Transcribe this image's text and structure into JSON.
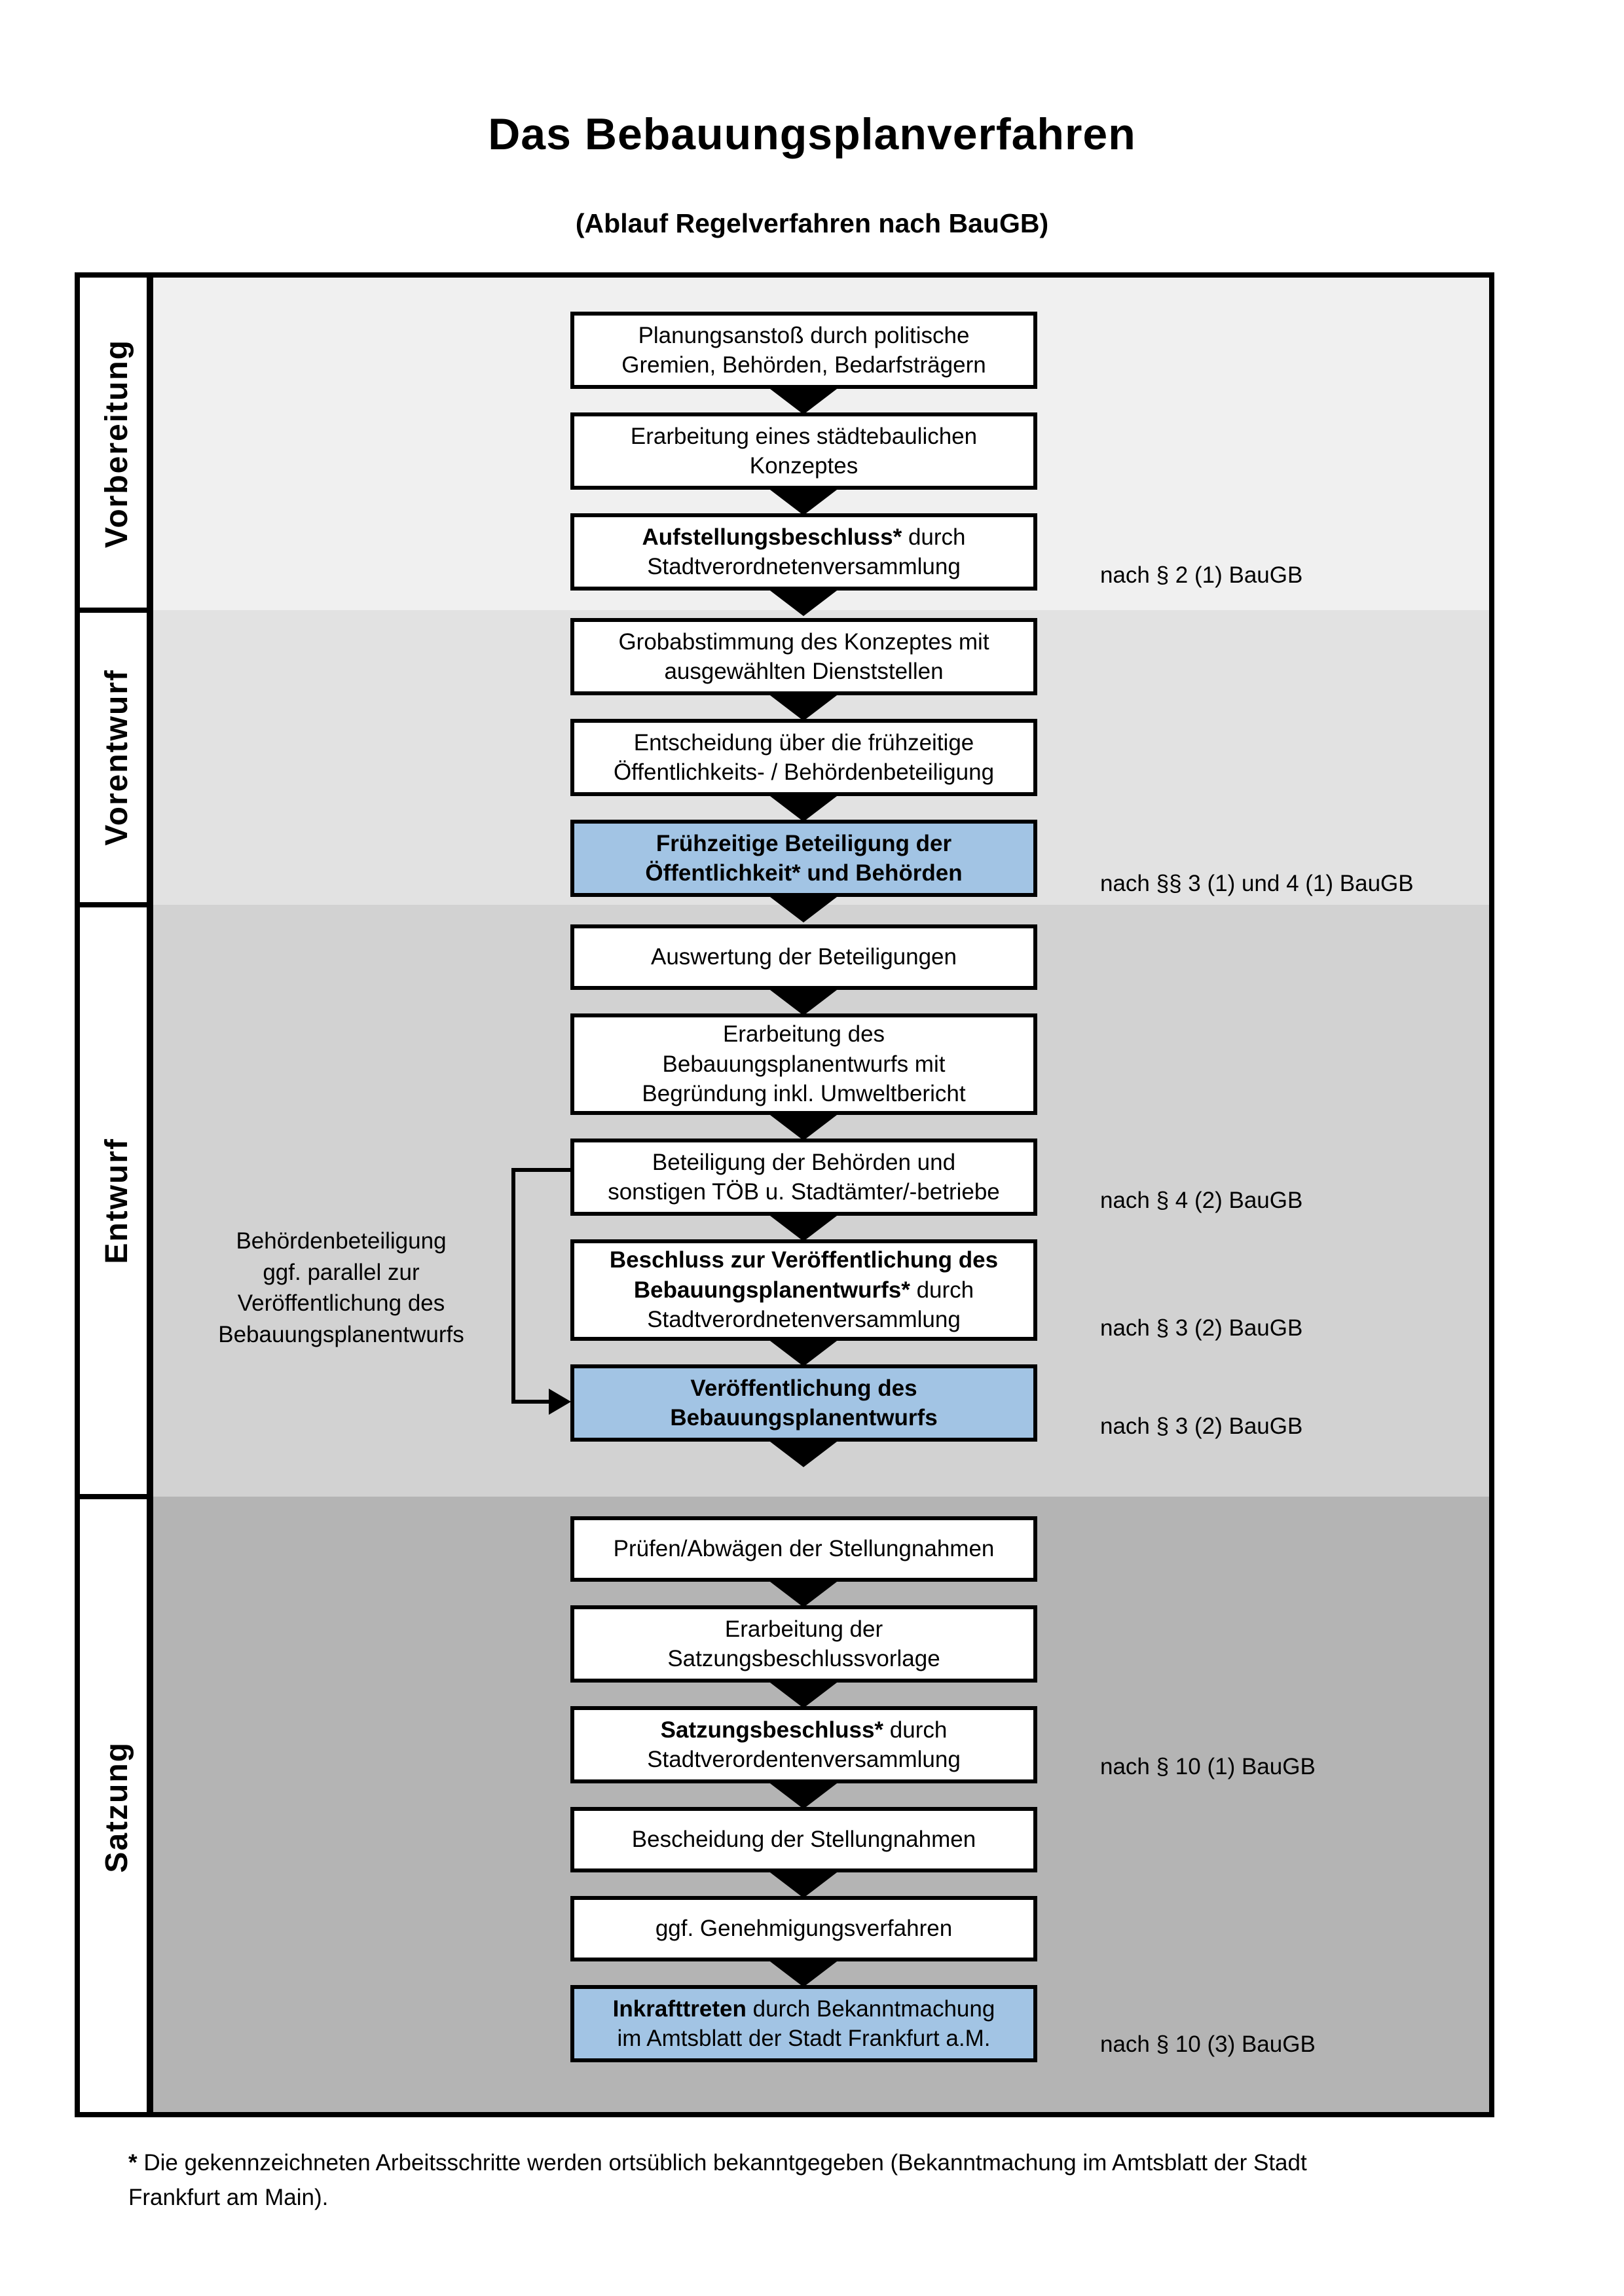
{
  "title": "Das Bebauungsplanverfahren",
  "subtitle": "(Ablauf Regelverfahren nach BauGB)",
  "phases": [
    {
      "label": "Vorbereitung",
      "bg": "#f0f0f0"
    },
    {
      "label": "Vorentwurf",
      "bg": "#e2e2e2"
    },
    {
      "label": "Entwurf",
      "bg": "#d2d2d2"
    },
    {
      "label": "Satzung",
      "bg": "#b4b4b4"
    }
  ],
  "colors": {
    "highlight_box": "#a2c4e4",
    "box_background": "#ffffff",
    "line": "#000000"
  },
  "boxes": [
    {
      "id": "planungsanstoss",
      "highlight": false,
      "lines": [
        [
          {
            "t": "Planungsanstoß durch politische",
            "b": false
          }
        ],
        [
          {
            "t": "Gremien, Behörden, Bedarfsträgern",
            "b": false
          }
        ]
      ]
    },
    {
      "id": "staedtebauliches-konzept",
      "highlight": false,
      "lines": [
        [
          {
            "t": "Erarbeitung eines städtebaulichen",
            "b": false
          }
        ],
        [
          {
            "t": "Konzeptes",
            "b": false
          }
        ]
      ]
    },
    {
      "id": "aufstellungsbeschluss",
      "highlight": false,
      "lines": [
        [
          {
            "t": "Aufstellungsbeschluss*",
            "b": true
          },
          {
            "t": " durch",
            "b": false
          }
        ],
        [
          {
            "t": "Stadtverordnetenversammlung",
            "b": false
          }
        ]
      ]
    },
    {
      "id": "grobabstimmung",
      "highlight": false,
      "lines": [
        [
          {
            "t": "Grobabstimmung des Konzeptes mit",
            "b": false
          }
        ],
        [
          {
            "t": "ausgewählten Dienststellen",
            "b": false
          }
        ]
      ]
    },
    {
      "id": "entscheidung-fruehzeitige-beteiligung",
      "highlight": false,
      "lines": [
        [
          {
            "t": "Entscheidung über die frühzeitige",
            "b": false
          }
        ],
        [
          {
            "t": "Öffentlichkeits- / Behördenbeteiligung",
            "b": false
          }
        ]
      ]
    },
    {
      "id": "fruehzeitige-beteiligung",
      "highlight": true,
      "lines": [
        [
          {
            "t": "Frühzeitige Beteiligung der",
            "b": true
          }
        ],
        [
          {
            "t": "Öffentlichkeit* und Behörden",
            "b": true
          }
        ]
      ]
    },
    {
      "id": "auswertung-beteiligungen",
      "highlight": false,
      "lines": [
        [
          {
            "t": "Auswertung der Beteiligungen",
            "b": false
          }
        ]
      ]
    },
    {
      "id": "erarbeitung-bebauungsplanentwurf",
      "highlight": false,
      "lines": [
        [
          {
            "t": "Erarbeitung des",
            "b": false
          }
        ],
        [
          {
            "t": "Bebauungsplanentwurfs mit",
            "b": false
          }
        ],
        [
          {
            "t": "Begründung inkl. Umweltbericht",
            "b": false
          }
        ]
      ]
    },
    {
      "id": "beteiligung-behoerden-toeb",
      "highlight": false,
      "lines": [
        [
          {
            "t": "Beteiligung der Behörden und",
            "b": false
          }
        ],
        [
          {
            "t": "sonstigen TÖB u. Stadtämter/-betriebe",
            "b": false
          }
        ]
      ]
    },
    {
      "id": "beschluss-veroeffentlichung",
      "highlight": false,
      "lines": [
        [
          {
            "t": "Beschluss zur Veröffentlichung des",
            "b": true
          }
        ],
        [
          {
            "t": "Bebauungsplanentwurfs*",
            "b": true
          },
          {
            "t": " durch",
            "b": false
          }
        ],
        [
          {
            "t": "Stadtverordnetenversammlung",
            "b": false
          }
        ]
      ]
    },
    {
      "id": "veroeffentlichung-entwurf",
      "highlight": true,
      "lines": [
        [
          {
            "t": "Veröffentlichung des",
            "b": true
          }
        ],
        [
          {
            "t": "Bebauungsplanentwurfs",
            "b": true
          }
        ]
      ]
    },
    {
      "id": "pruefen-abwaegen-stellungnahmen",
      "highlight": false,
      "lines": [
        [
          {
            "t": "Prüfen/Abwägen der Stellungnahmen",
            "b": false
          }
        ]
      ]
    },
    {
      "id": "erarbeitung-satzungsbeschlussvorlage",
      "highlight": false,
      "lines": [
        [
          {
            "t": "Erarbeitung der",
            "b": false
          }
        ],
        [
          {
            "t": "Satzungsbeschlussvorlage",
            "b": false
          }
        ]
      ]
    },
    {
      "id": "satzungsbeschluss",
      "highlight": false,
      "lines": [
        [
          {
            "t": "Satzungsbeschluss*",
            "b": true
          },
          {
            "t": " durch",
            "b": false
          }
        ],
        [
          {
            "t": "Stadtverordentenversammlung",
            "b": false
          }
        ]
      ]
    },
    {
      "id": "bescheidung-stellungnahmen",
      "highlight": false,
      "lines": [
        [
          {
            "t": "Bescheidung der Stellungnahmen",
            "b": false
          }
        ]
      ]
    },
    {
      "id": "genehmigungsverfahren",
      "highlight": false,
      "lines": [
        [
          {
            "t": "ggf. Genehmigungsverfahren",
            "b": false
          }
        ]
      ]
    },
    {
      "id": "inkrafttreten",
      "highlight": true,
      "lines": [
        [
          {
            "t": "Inkrafttreten",
            "b": true
          },
          {
            "t": " durch Bekanntmachung",
            "b": false
          }
        ],
        [
          {
            "t": "im Amtsblatt der Stadt Frankfurt a.M.",
            "b": false
          }
        ]
      ]
    }
  ],
  "annotation": {
    "lines": [
      "Behördenbeteiligung",
      "ggf. parallel zur",
      "Veröffentlichung des",
      "Bebauungsplanentwurfs"
    ]
  },
  "references": [
    {
      "text": "nach § 2 (1) BauGB"
    },
    {
      "text": "nach §§ 3 (1) und 4 (1) BauGB"
    },
    {
      "text": "nach § 4 (2) BauGB"
    },
    {
      "text": "nach § 3 (2) BauGB"
    },
    {
      "text": "nach § 3 (2) BauGB"
    },
    {
      "text": "nach § 10 (1) BauGB"
    },
    {
      "text": "nach § 10 (3) BauGB"
    }
  ],
  "footnote": {
    "marker": "*",
    "line1": "Die gekennzeichneten Arbeitsschritte werden ortsüblich bekanntgegeben (Bekanntmachung im Amtsblatt  der Stadt",
    "line2": "Frankfurt am Main)."
  }
}
